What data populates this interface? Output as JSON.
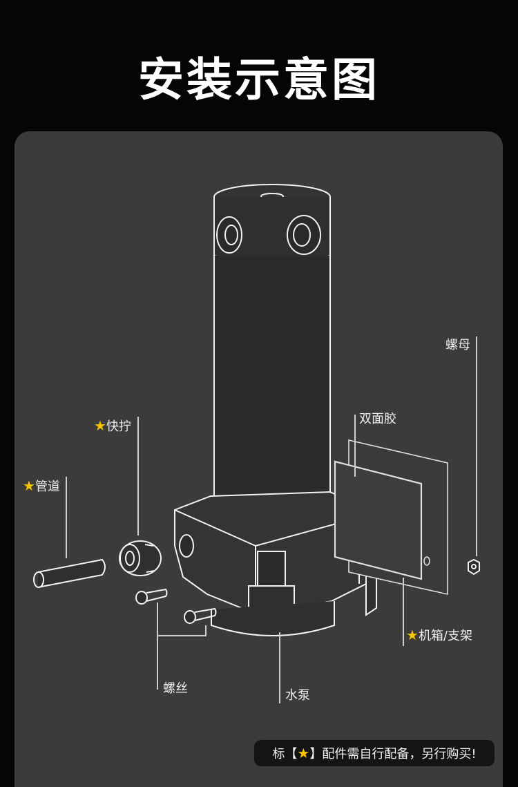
{
  "title": "安装示意图",
  "accent_color": "#f5c400",
  "labels": {
    "nut": "螺母",
    "tape": "双面胶",
    "fitting_star": "★",
    "fitting": "快拧",
    "tube_star": "★",
    "tube": "管道",
    "chassis_star": "★",
    "chassis": "机箱/支架",
    "screw": "螺丝",
    "pump": "水泵"
  },
  "note": {
    "prefix": "标【",
    "star": "★",
    "suffix": "】配件需自行配备，另行购买!"
  }
}
